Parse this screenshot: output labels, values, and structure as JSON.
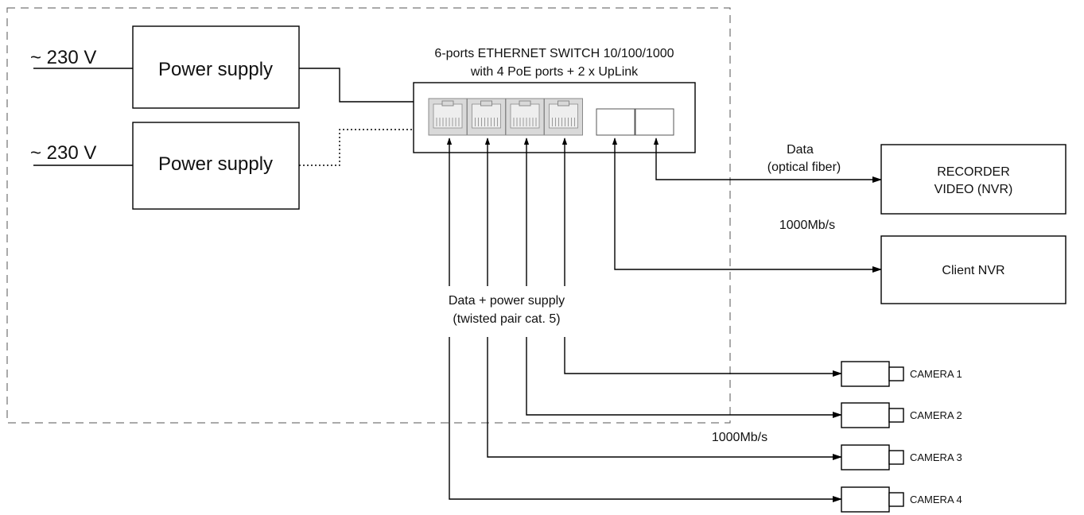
{
  "mains": {
    "voltage_1": "~ 230 V",
    "voltage_2": "~ 230 V"
  },
  "power_supplies": [
    {
      "label": "Power supply",
      "link": "solid"
    },
    {
      "label": "Power supply",
      "link": "dotted"
    }
  ],
  "switch": {
    "title_line1": "6-ports ETHERNET SWITCH 10/100/1000",
    "title_line2": "with 4 PoE ports + 2 x UpLink",
    "poe_ports": 4,
    "uplink_ports": 2
  },
  "links": {
    "fiber_label_line1": "Data",
    "fiber_label_line2": "(optical fiber)",
    "uplink_speed": "1000Mb/s",
    "poe_label_line1": "Data + power supply",
    "poe_label_line2": "(twisted pair cat.  5)",
    "camera_speed": "1000Mb/s"
  },
  "recorder": {
    "line1": "RECORDER",
    "line2": "VIDEO (NVR)"
  },
  "client": {
    "label": "Client NVR"
  },
  "cameras": [
    "CAMERA 1",
    "CAMERA 2",
    "CAMERA 3",
    "CAMERA 4"
  ],
  "colors": {
    "line": "#000000",
    "frame": "#555555",
    "port_fill": "#d9d9d9"
  }
}
